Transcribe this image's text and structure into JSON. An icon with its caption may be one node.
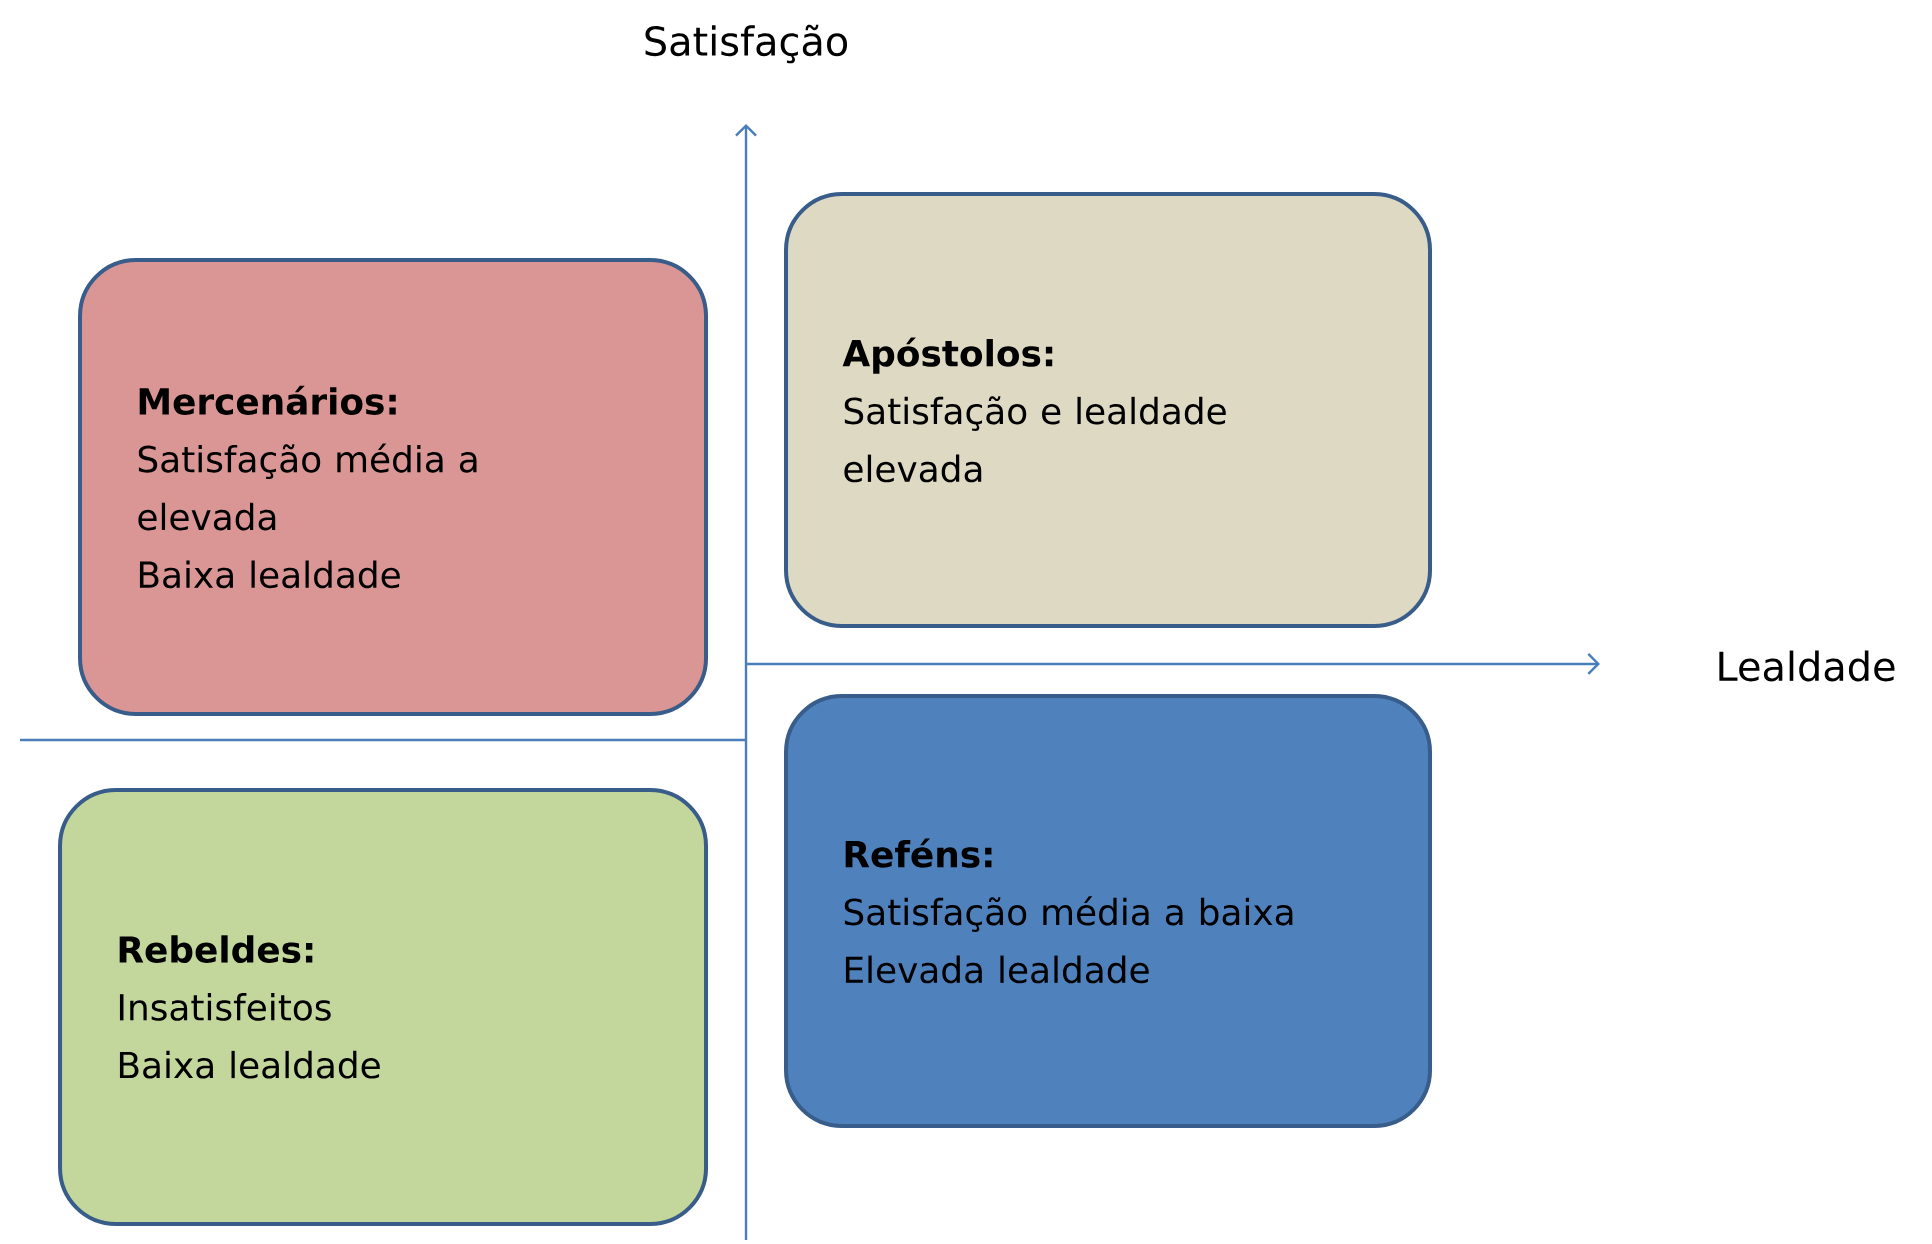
{
  "diagram": {
    "nodes": [
      {
        "text": [
          "Mercenários:",
          "Satisfação média a elevada",
          "Baixa lealdade"
        ]
      },
      {
        "text": [
          "Apóstolos:",
          "Satisfação e lealdade elevada"
        ]
      },
      {
        "text": [
          "Rebeldes:",
          "Insatisfeitos",
          "Baixa lealdade"
        ]
      },
      {
        "text": [
          "Reféns:",
          "Satisfação média a baixa",
          "Elevada lealdade"
        ]
      }
    ],
    "edges": [],
    "labels": [
      "Satisfação",
      "Lealdade"
    ]
  }
}
